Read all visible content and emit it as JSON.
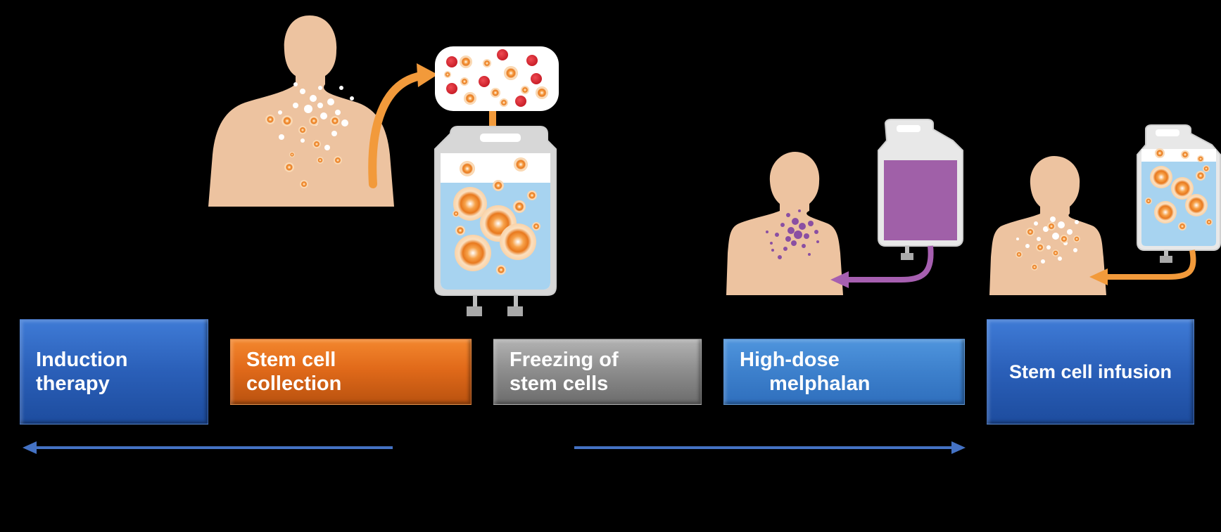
{
  "steps": [
    {
      "id": "induction",
      "lines": [
        "Induction",
        "therapy"
      ]
    },
    {
      "id": "collection",
      "lines": [
        "Stem cell",
        "collection"
      ]
    },
    {
      "id": "freezing",
      "lines": [
        "Freezing of",
        "stem cells"
      ]
    },
    {
      "id": "melphalan",
      "lines": [
        "High-dose",
        "melphalan"
      ]
    },
    {
      "id": "infusion",
      "lines": [
        "Stem cell infusion"
      ]
    }
  ],
  "colors": {
    "background": "#000000",
    "skin": "#edc3a0",
    "orange_arrow": "#f29a3b",
    "purple_arrow": "#a65fb0",
    "bag_blue": "#a7d3f0",
    "bag_purple": "#a060a8",
    "red_cell": "#d8252e",
    "timeline_arrow": "#4472c4"
  },
  "icons": [
    "human-torso-icon",
    "blood-sample-icon",
    "iv-bag-icon",
    "curved-arrow-icon"
  ]
}
